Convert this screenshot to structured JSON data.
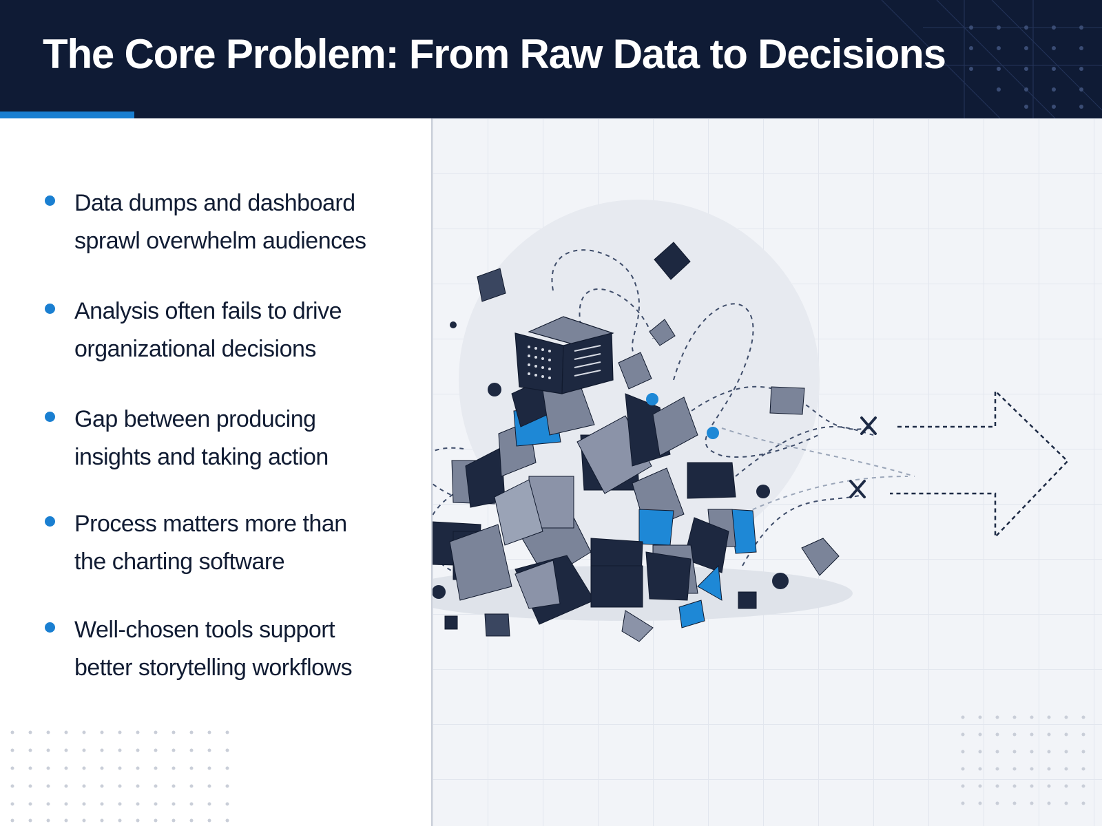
{
  "slide": {
    "title": "The Core Problem: From Raw Data to Decisions"
  },
  "bullets": [
    {
      "line1": "Data dumps and dashboard",
      "line2": "sprawl overwhelm audiences"
    },
    {
      "line1": "Analysis often fails to drive",
      "line2": "organizational decisions"
    },
    {
      "line1": "Gap between producing",
      "line2": "insights and taking action"
    },
    {
      "line1": "Process matters more than",
      "line2": "the charting software"
    },
    {
      "line1": "Well-chosen tools support",
      "line2": "better storytelling workflows"
    }
  ],
  "illustration": {
    "main_icon": "data-cube-pile",
    "blocked_icon": "x-mark-icon",
    "direction_icon": "dashed-arrow-right-icon"
  },
  "colors": {
    "header_bg": "#0f1b35",
    "accent_blue": "#1a7fd1",
    "text_dark": "#111c33",
    "panel_bg": "#f2f4f8",
    "cube_dark": "#1d2840",
    "cube_gray": "#7b8499"
  }
}
